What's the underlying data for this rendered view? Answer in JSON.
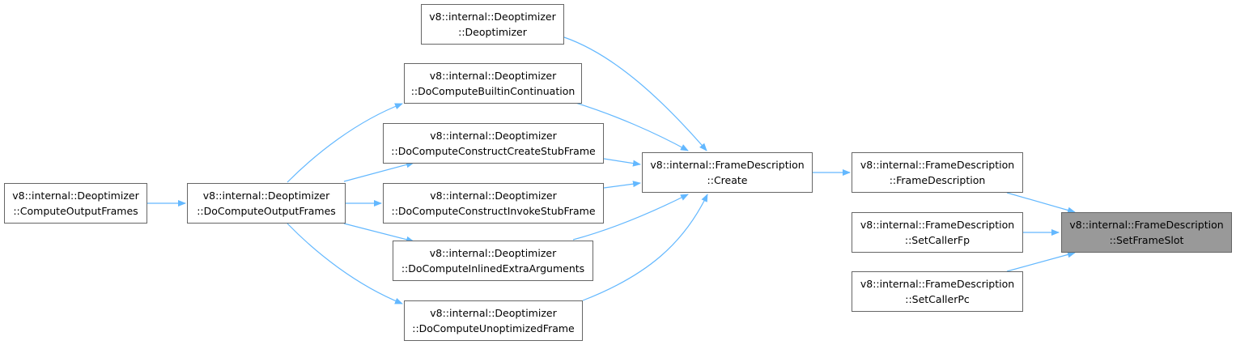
{
  "colors": {
    "edge": "#63b8ff",
    "node_border": "#666666",
    "highlight_fill": "#999999"
  },
  "nodes": {
    "compute_output_frames": {
      "line1": "v8::internal::Deoptimizer",
      "line2": "::ComputeOutputFrames"
    },
    "do_compute_output_frames": {
      "line1": "v8::internal::Deoptimizer",
      "line2": "::DoComputeOutputFrames"
    },
    "deoptimizer_ctor": {
      "line1": "v8::internal::Deoptimizer",
      "line2": "::Deoptimizer"
    },
    "do_compute_builtin_continuation": {
      "line1": "v8::internal::Deoptimizer",
      "line2": "::DoComputeBuiltinContinuation"
    },
    "do_compute_construct_create_stub_frame": {
      "line1": "v8::internal::Deoptimizer",
      "line2": "::DoComputeConstructCreateStubFrame"
    },
    "do_compute_construct_invoke_stub_frame": {
      "line1": "v8::internal::Deoptimizer",
      "line2": "::DoComputeConstructInvokeStubFrame"
    },
    "do_compute_inlined_extra_arguments": {
      "line1": "v8::internal::Deoptimizer",
      "line2": "::DoComputeInlinedExtraArguments"
    },
    "do_compute_unoptimized_frame": {
      "line1": "v8::internal::Deoptimizer",
      "line2": "::DoComputeUnoptimizedFrame"
    },
    "frame_description_create": {
      "line1": "v8::internal::FrameDescription",
      "line2": "::Create"
    },
    "frame_description_ctor": {
      "line1": "v8::internal::FrameDescription",
      "line2": "::FrameDescription"
    },
    "set_caller_fp": {
      "line1": "v8::internal::FrameDescription",
      "line2": "::SetCallerFp"
    },
    "set_caller_pc": {
      "line1": "v8::internal::FrameDescription",
      "line2": "::SetCallerPc"
    },
    "set_frame_slot": {
      "line1": "v8::internal::FrameDescription",
      "line2": "::SetFrameSlot"
    }
  }
}
